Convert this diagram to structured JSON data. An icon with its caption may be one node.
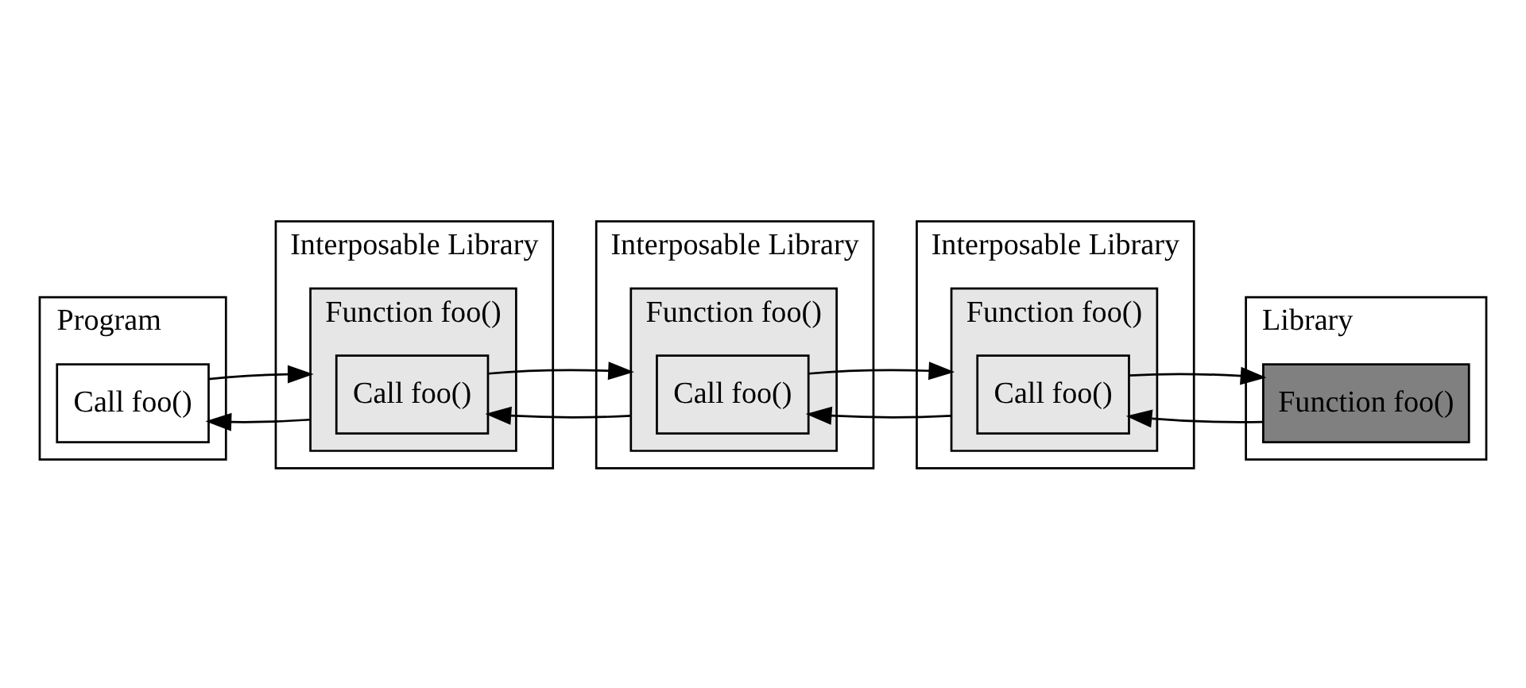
{
  "diagram": {
    "nodes": [
      {
        "text": [
          "Program"
        ]
      },
      {
        "text": [
          "Call foo()"
        ],
        "in": 0
      },
      {
        "text": [
          "Interposable Library"
        ]
      },
      {
        "text": [
          "Function foo()"
        ],
        "in": 2
      },
      {
        "text": [
          "Call foo()"
        ],
        "in": 3
      },
      {
        "text": [
          "Interposable Library"
        ]
      },
      {
        "text": [
          "Function foo()"
        ],
        "in": 5
      },
      {
        "text": [
          "Call foo()"
        ],
        "in": 6
      },
      {
        "text": [
          "Interposable Library"
        ]
      },
      {
        "text": [
          "Function foo()"
        ],
        "in": 8
      },
      {
        "text": [
          "Call foo()"
        ],
        "in": 9
      },
      {
        "text": [
          "Library"
        ]
      },
      {
        "text": [
          "Function foo()"
        ],
        "in": 11
      }
    ],
    "edges": [
      {
        "from": 1,
        "to": 3,
        "arrow": "to"
      },
      {
        "from": 3,
        "to": 1,
        "arrow": "to"
      },
      {
        "from": 4,
        "to": 6,
        "arrow": "to"
      },
      {
        "from": 6,
        "to": 4,
        "arrow": "to"
      },
      {
        "from": 7,
        "to": 9,
        "arrow": "to"
      },
      {
        "from": 9,
        "to": 7,
        "arrow": "to"
      },
      {
        "from": 10,
        "to": 12,
        "arrow": "to"
      },
      {
        "from": 12,
        "to": 10,
        "arrow": "to"
      }
    ]
  }
}
